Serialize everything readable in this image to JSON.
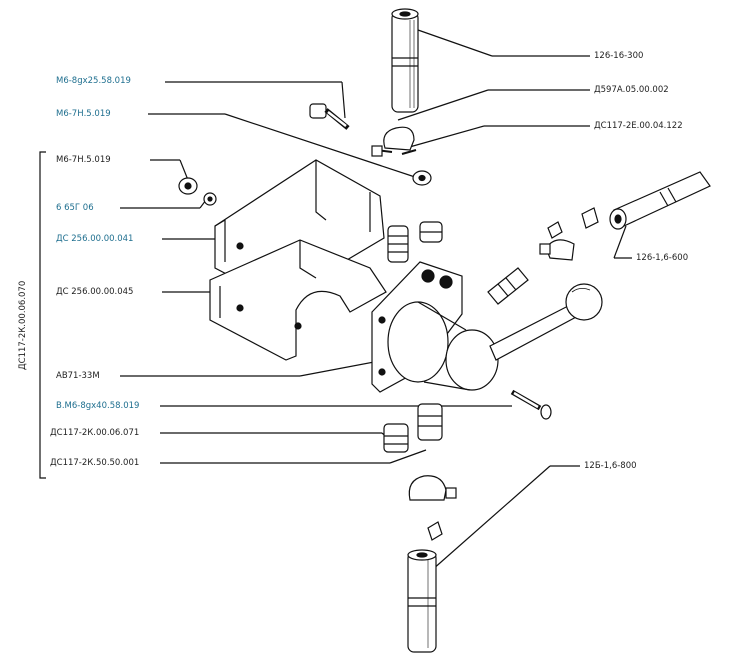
{
  "labels_left": {
    "l1": "М6-8gх25.58.019",
    "l2": "М6-7Н.5.019",
    "l3": "М6-7Н.5.019",
    "l4": "6 65Г 06",
    "l5": "ДС 256.00.00.041",
    "l6": "ДС 256.00.00.045",
    "l7": "АВ71-33М",
    "l8": "В.М6-8gх40.58.019",
    "l9": "ДС117-2К.00.06.071",
    "l10": "ДС117-2К.50.50.001"
  },
  "labels_right": {
    "r1": "126-16-300",
    "r2": "Д597А.05.00.002",
    "r3": "ДС117-2Е.00.04.122",
    "r4": "126-1,6-600",
    "r5": "12Б-1,6-800"
  },
  "group_label": "ДС117-2К.00.06.070",
  "colors": {
    "link": "#1f6f8f",
    "text": "#222222",
    "line": "#111111"
  }
}
